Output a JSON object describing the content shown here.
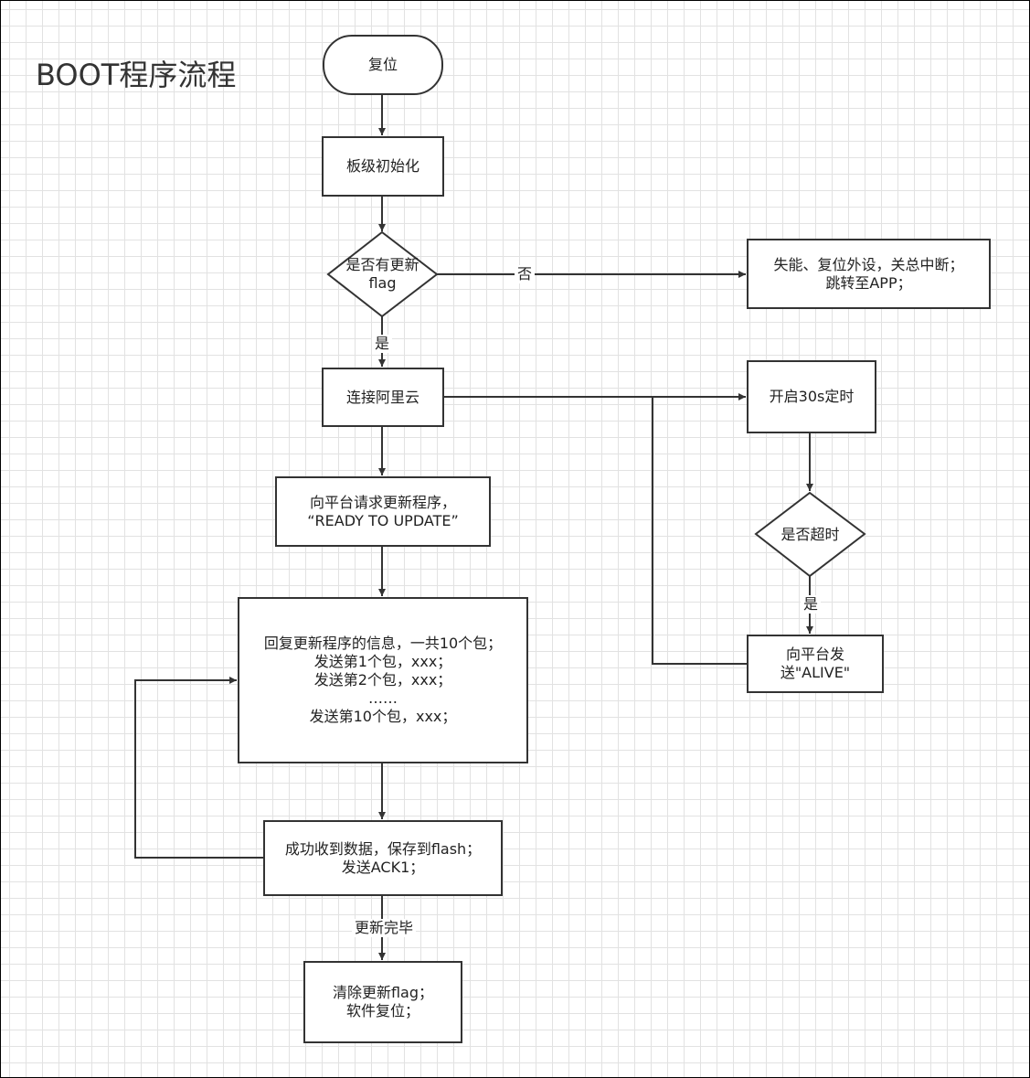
{
  "title": "BOOT程序流程",
  "nodes": {
    "reset": "复位",
    "board_init": "板级初始化",
    "has_flag": "是否有更新\nflag",
    "jump_app": "失能、复位外设，关总中断；\n跳转至APP；",
    "connect_aliyun": "连接阿里云",
    "start_timer": "开启30s定时",
    "request_update": "向平台请求更新程序，\n“READY TO UPDATE”",
    "timeout_check": "是否超时",
    "reply_info": "回复更新程序的信息，一共10个包；\n发送第1个包，xxx；\n发送第2个包，xxx；\n……\n发送第10个包，xxx；",
    "send_alive": "向平台发\n送\"ALIVE\"",
    "receive_data": "成功收到数据，保存到flash；\n发送ACK1；",
    "clear_flag": "清除更新flag；\n软件复位；"
  },
  "edge_labels": {
    "no": "否",
    "yes": "是",
    "timeout_yes": "是",
    "update_done": "更新完毕"
  },
  "colors": {
    "line": "#333333",
    "grid": "#e2e2e2",
    "background": "#ffffff"
  }
}
